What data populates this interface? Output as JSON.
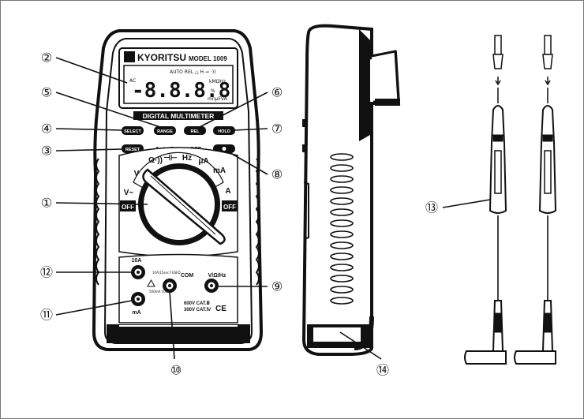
{
  "meter": {
    "brand": "KYORITSU",
    "model": "MODEL 1009",
    "lcd_indicators": "AUTO REL △ H ➞ ·))",
    "lcd_units": "kMΩHz",
    "lcd_units2": "mnμFVA",
    "lcd_percent": "%",
    "lcd_ac": "AC",
    "lcd_digits": "-8.8.8.8",
    "title": "DIGITAL MULTIMETER",
    "buttons": [
      "SELECT",
      "RANGE",
      "REL",
      "HOLD"
    ],
    "reset_button": "RESET",
    "backlight_button": "",
    "auto_power_off": "Auto Power OFF",
    "dial_positions": [
      "OFF",
      "V~",
      "V",
      "Ω·))",
      "⊣⊢",
      "Hz",
      "μA",
      "mA",
      "A",
      "OFF"
    ],
    "terminals": {
      "t10a": "10A",
      "t10a_note": "10A/15sec FUSED",
      "com": "COM",
      "vohz": "V/Ω/Hz",
      "ma": "mA",
      "ma_note": "500mA FUSED",
      "cat1": "600V CAT.Ⅲ",
      "cat2": "300V CAT.Ⅳ",
      "ce": "CE"
    }
  },
  "callouts": [
    "②",
    "⑤",
    "⑥",
    "④",
    "⑦",
    "③",
    "⑧",
    "①",
    "⑫",
    "⑨",
    "⑪",
    "⑩",
    "⑬",
    "⑭"
  ]
}
